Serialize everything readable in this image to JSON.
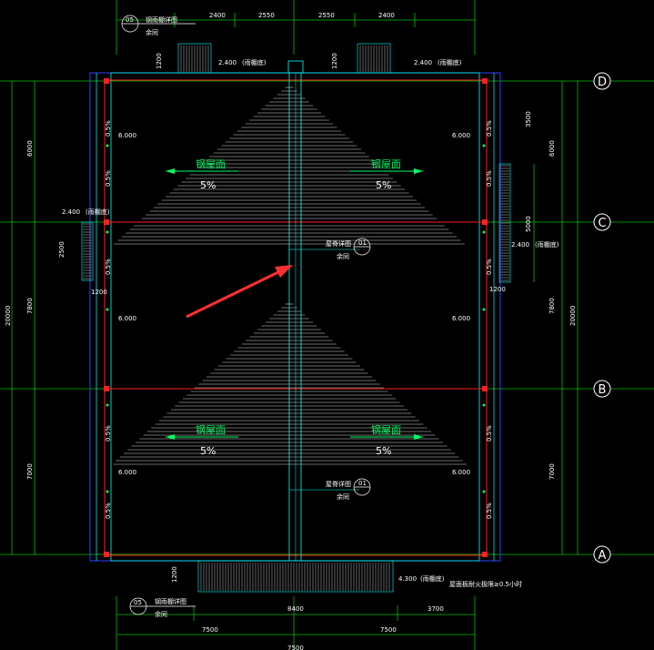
{
  "axes": {
    "D": "D",
    "C": "C",
    "B": "B",
    "A": "A"
  },
  "dims": {
    "top": [
      "2400",
      "2550",
      "2550",
      "2400"
    ],
    "bottom_total": "7500",
    "bottom_left": "7500",
    "bottom_right": "7500",
    "bottom_mid": "8400",
    "bottom_right2": "3700",
    "left_a": "6000",
    "left_b": "7800",
    "left_total": "20000",
    "left_c": "7000",
    "right_a": "6000",
    "right_b": "7800",
    "right_total": "20000",
    "right_c": "7000",
    "right_small1": "3500",
    "right_small2": "5000",
    "left_small": "2500",
    "canopy_w_left": "1200",
    "canopy_w_right": "1200",
    "canopy_h_top_l": "1200",
    "canopy_h_top_r": "1200",
    "canopy_h_bottom": "1200"
  },
  "elevations": {
    "canopy_top_l": "2.400",
    "canopy_top_r": "2.400",
    "canopy_left": "2.400",
    "canopy_right": "2.400",
    "canopy_bottom": "4.300",
    "roof_1": "6.000",
    "roof_2": "6.000",
    "roof_3": "6.000",
    "roof_4": "6.000",
    "roof_5": "6.000",
    "roof_6": "6.000"
  },
  "labels": {
    "canopy_note": "(雨棚底)",
    "roof_name": "钢屋面",
    "slope": "5%",
    "ridge_detail": "屋脊详图",
    "see_dwg": "余同",
    "detail_no": "01",
    "detail_ref": "05",
    "canopy_detail": "钢雨棚详图",
    "drain_note": "屋面板耐火极限≥0.5小时",
    "gutter_slope": "0.5%"
  },
  "colors": {
    "grid": "#00ff00",
    "wall": "#ff2020",
    "outline": "#00ffff",
    "frame": "#3040ff",
    "arrow": "#ff3030",
    "text": "#ffffff",
    "green_text": "#00ff66"
  }
}
